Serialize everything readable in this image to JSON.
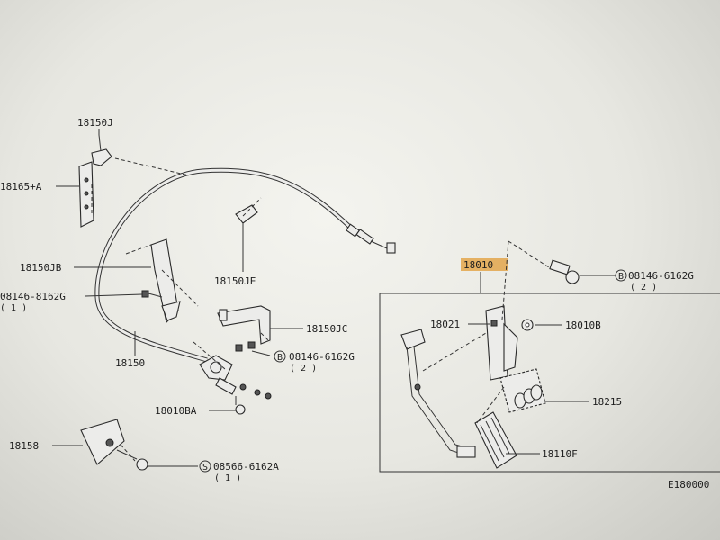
{
  "diagram": {
    "labels": {
      "p18150J": "18150J",
      "p18165A": "18165+A",
      "p18150JB": "18150JB",
      "p08146_8162G": "08146-8162G",
      "p08146_8162G_qty": "( 1 )",
      "p18150": "18150",
      "p18150JE": "18150JE",
      "p18150JC": "18150JC",
      "p08146_6162G_mid": "08146-6162G",
      "p08146_6162G_mid_qty": "( 2 )",
      "p18010BA": "18010BA",
      "p18158": "18158",
      "p08566_6162A": "08566-6162A",
      "p08566_6162A_qty": "( 1 )",
      "p18010": "18010",
      "p08146_6162G_right": "08146-6162G",
      "p08146_6162G_right_qty": "( 2 )",
      "p18021": "18021",
      "p18010B": "18010B",
      "p18215": "18215",
      "p18110F": "18110F",
      "figure_code": "E180000"
    },
    "prefix_bolt": "B",
    "prefix_screw": "S",
    "highlight_color": "#e3a64b"
  }
}
